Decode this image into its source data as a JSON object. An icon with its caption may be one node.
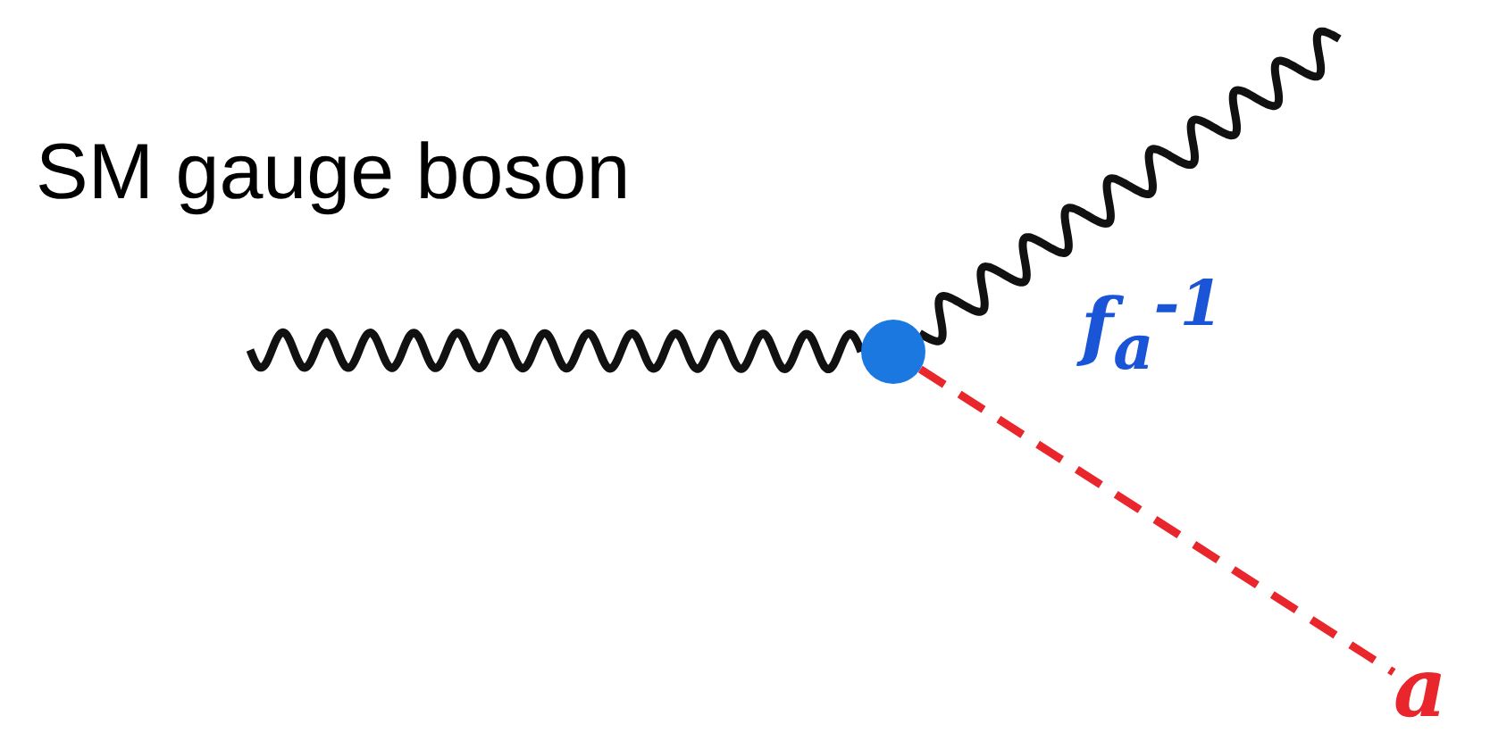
{
  "diagram": {
    "nodes": [
      {
        "text": [],
        "shape": "circle"
      },
      {
        "text": [
          "a"
        ]
      }
    ],
    "edges": [
      {
        "from": null,
        "to": 0,
        "arrow": "none"
      },
      {
        "from": 0,
        "to": null,
        "arrow": "none"
      },
      {
        "from": 0,
        "to": 1,
        "arrow": "none",
        "style": "dashed",
        "color": "#e8262b"
      }
    ],
    "labels": [
      "SM gauge boson",
      "f$_{a}$$^{-1}$"
    ]
  }
}
